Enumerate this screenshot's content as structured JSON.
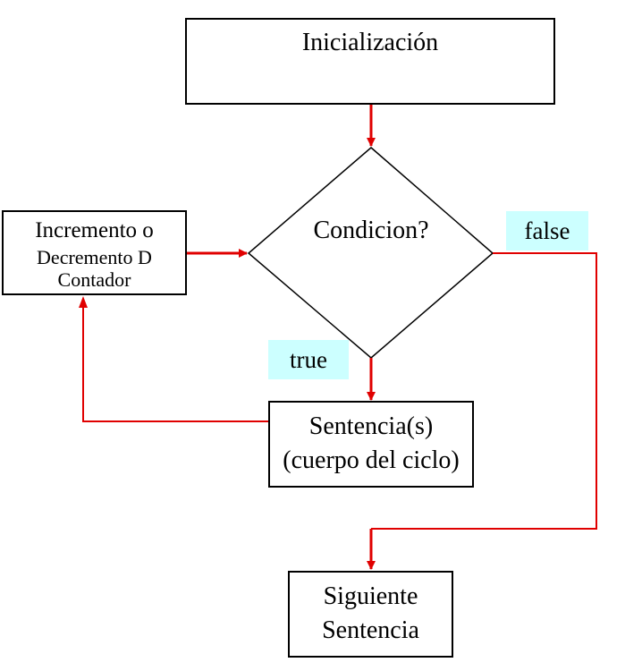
{
  "nodes": {
    "init": {
      "label": "Inicialización"
    },
    "condition": {
      "label": "Condicion?"
    },
    "counter": {
      "line1": "Incremento o",
      "line2": "Decremento D",
      "line3": "Contador"
    },
    "body": {
      "line1": "Sentencia(s)",
      "line2": "(cuerpo del ciclo)"
    },
    "next": {
      "line1": "Siguiente",
      "line2": "Sentencia"
    }
  },
  "edges": {
    "false_label": "false",
    "true_label": "true"
  },
  "colors": {
    "arrow": "#e00000",
    "label_bg": "#ccffff",
    "border": "#000000"
  }
}
